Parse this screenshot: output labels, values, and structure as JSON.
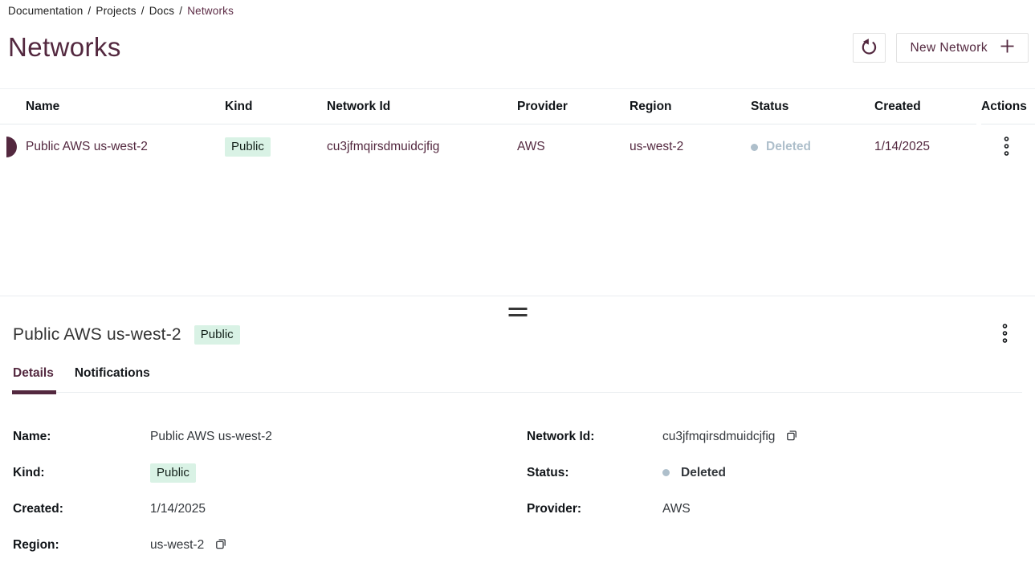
{
  "breadcrumb": {
    "items": [
      "Documentation",
      "Projects",
      "Docs"
    ],
    "current": "Networks",
    "separator": "/"
  },
  "page": {
    "title": "Networks"
  },
  "toolbar": {
    "refresh_icon": "refresh-icon",
    "new_network_label": "New Network",
    "plus_icon": "plus-icon"
  },
  "table": {
    "columns": [
      "Name",
      "Kind",
      "Network Id",
      "Provider",
      "Region",
      "Status",
      "Created",
      "Actions"
    ],
    "row": {
      "name": "Public AWS us-west-2",
      "kind": "Public",
      "network_id": "cu3jfmqirsdmuidcjfig",
      "provider": "AWS",
      "region": "us-west-2",
      "status": "Deleted",
      "created": "1/14/2025"
    }
  },
  "drawer": {
    "title": "Public AWS us-west-2",
    "badge": "Public",
    "tabs": {
      "details": "Details",
      "notifications": "Notifications"
    },
    "fields": {
      "left": [
        {
          "label": "Name:",
          "value": "Public AWS us-west-2"
        },
        {
          "label": "Kind:",
          "value": "Public"
        },
        {
          "label": "Created:",
          "value": "1/14/2025"
        },
        {
          "label": "Region:",
          "value": "us-west-2"
        }
      ],
      "right": [
        {
          "label": "Network Id:",
          "value": "cu3jfmqirsdmuidcjfig"
        },
        {
          "label": "Status:",
          "value": "Deleted"
        },
        {
          "label": "Provider:",
          "value": "AWS"
        }
      ]
    }
  },
  "colors": {
    "accent": "#53283f",
    "badge_bg": "#d9f2e5",
    "status_deleted": "#aebfcb",
    "border": "#e9edf0"
  }
}
